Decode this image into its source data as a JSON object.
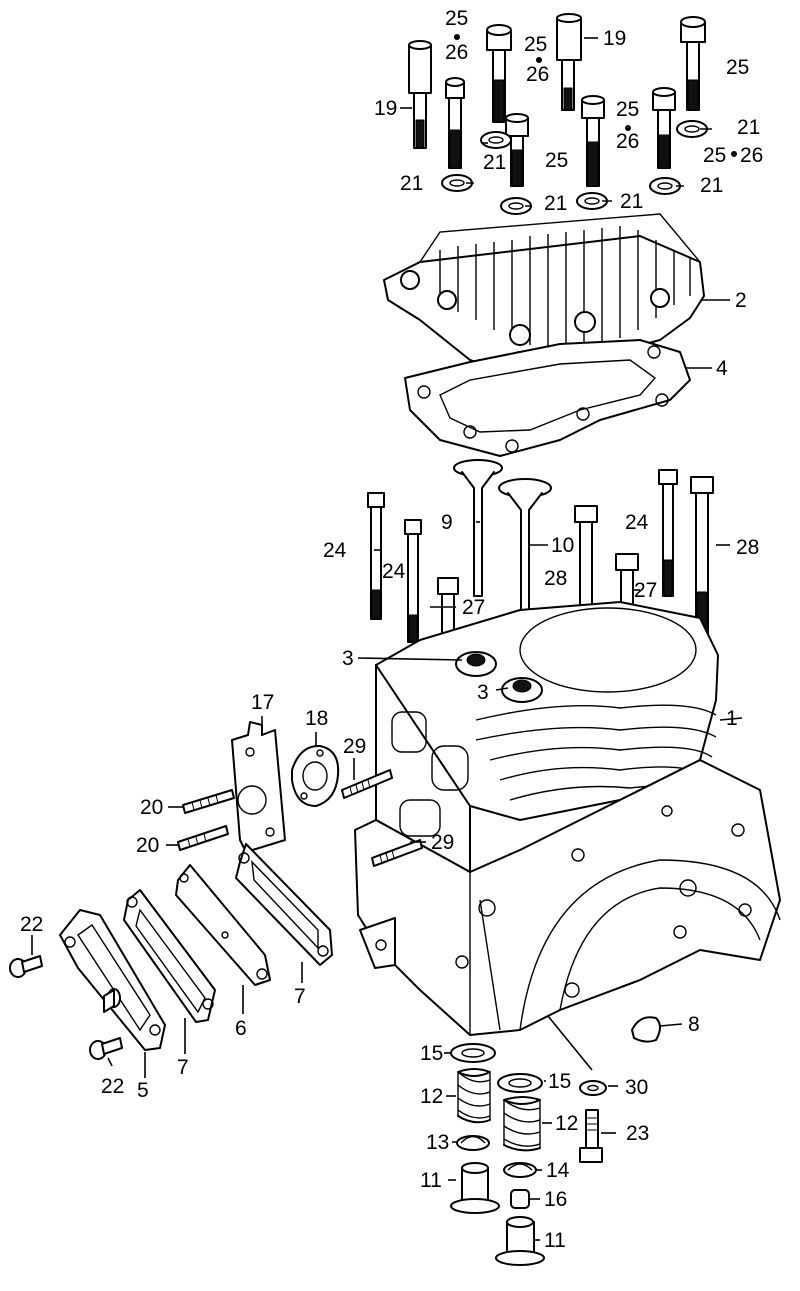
{
  "labels": {
    "l1": "1",
    "l2": "2",
    "l3a": "3",
    "l3b": "3",
    "l4": "4",
    "l5": "5",
    "l6": "6",
    "l7a": "7",
    "l7b": "7",
    "l8": "8",
    "l9": "9",
    "l10": "10",
    "l11a": "11",
    "l11b": "11",
    "l12a": "12",
    "l12b": "12",
    "l13": "13",
    "l14": "14",
    "l15a": "15",
    "l15b": "15",
    "l16": "16",
    "l17": "17",
    "l18": "18",
    "l19a": "19",
    "l19b": "19",
    "l20a": "20",
    "l20b": "20",
    "l21a": "21",
    "l21b": "21",
    "l21c": "21",
    "l21d": "21",
    "l21e": "21",
    "l21f": "21",
    "l22a": "22",
    "l22b": "22",
    "l23": "23",
    "l24a": "24",
    "l24b": "24",
    "l24c": "24",
    "l25a": "25",
    "l25b": "25",
    "l25c": "25",
    "l25d": "25",
    "l25e": "25",
    "l25f": "25",
    "l26a": "26",
    "l26b": "26",
    "l26c": "26",
    "l26d": "26",
    "l27a": "27",
    "l27b": "27",
    "l28a": "28",
    "l28b": "28",
    "l29a": "29",
    "l29b": "29",
    "l30": "30"
  }
}
